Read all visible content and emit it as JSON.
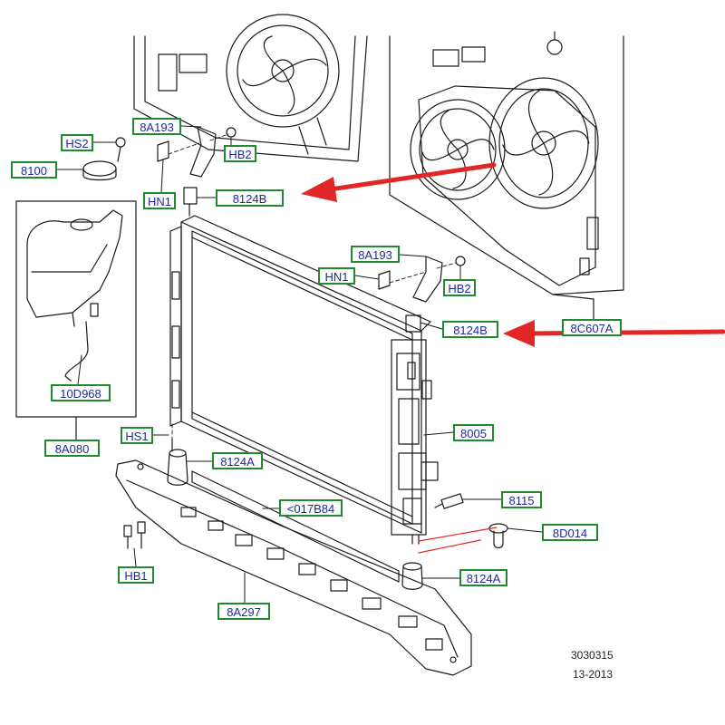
{
  "labels": {
    "hs2": "HS2",
    "l8100": "8100",
    "l8a193_left": "8A193",
    "hb2_left": "HB2",
    "hn1_left": "HN1",
    "l8124b_left": "8124B",
    "l8a193_right": "8A193",
    "hn1_right": "HN1",
    "hb2_right": "HB2",
    "l8124b_right": "8124B",
    "l8c607a": "8C607A",
    "l10d968": "10D968",
    "l8a080": "8A080",
    "hs1": "HS1",
    "l8124a_upper": "8124A",
    "l8005": "8005",
    "l017b84": "<017B84",
    "l8115": "8115",
    "l8d014": "8D014",
    "hb1": "HB1",
    "l8124a_lower": "8124A",
    "l8a297": "8A297"
  },
  "footer": {
    "drawing_number": "3030315",
    "date_code": "13-2013"
  },
  "colors": {
    "label_border": "#1f8a2e",
    "label_text": "#1e2a9c",
    "arrow": "#e02626",
    "line_art": "#1a1a1a"
  }
}
